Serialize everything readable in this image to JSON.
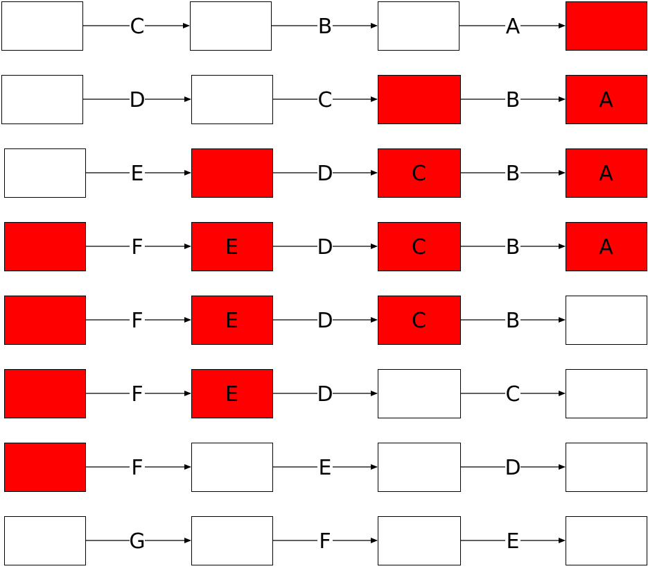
{
  "colors": {
    "filled": "#ff0000",
    "empty": "#ffffff",
    "stroke": "#000000",
    "text": "#000000"
  },
  "rows": [
    {
      "boxes": [
        {
          "filled": false,
          "label": ""
        },
        {
          "filled": false,
          "label": ""
        },
        {
          "filled": false,
          "label": ""
        },
        {
          "filled": true,
          "label": ""
        }
      ],
      "edges": [
        "C",
        "B",
        "A"
      ]
    },
    {
      "boxes": [
        {
          "filled": false,
          "label": ""
        },
        {
          "filled": false,
          "label": ""
        },
        {
          "filled": true,
          "label": ""
        },
        {
          "filled": true,
          "label": "A"
        }
      ],
      "edges": [
        "D",
        "C",
        "B"
      ]
    },
    {
      "boxes": [
        {
          "filled": false,
          "label": ""
        },
        {
          "filled": true,
          "label": ""
        },
        {
          "filled": true,
          "label": "C"
        },
        {
          "filled": true,
          "label": "A"
        }
      ],
      "edges": [
        "E",
        "D",
        "B"
      ]
    },
    {
      "boxes": [
        {
          "filled": true,
          "label": ""
        },
        {
          "filled": true,
          "label": "E"
        },
        {
          "filled": true,
          "label": "C"
        },
        {
          "filled": true,
          "label": "A"
        }
      ],
      "edges": [
        "F",
        "D",
        "B"
      ]
    },
    {
      "boxes": [
        {
          "filled": true,
          "label": ""
        },
        {
          "filled": true,
          "label": "E"
        },
        {
          "filled": true,
          "label": "C"
        },
        {
          "filled": false,
          "label": ""
        }
      ],
      "edges": [
        "F",
        "D",
        "B"
      ]
    },
    {
      "boxes": [
        {
          "filled": true,
          "label": ""
        },
        {
          "filled": true,
          "label": "E"
        },
        {
          "filled": false,
          "label": ""
        },
        {
          "filled": false,
          "label": ""
        }
      ],
      "edges": [
        "F",
        "D",
        "C"
      ]
    },
    {
      "boxes": [
        {
          "filled": true,
          "label": ""
        },
        {
          "filled": false,
          "label": ""
        },
        {
          "filled": false,
          "label": ""
        },
        {
          "filled": false,
          "label": ""
        }
      ],
      "edges": [
        "F",
        "E",
        "D"
      ]
    },
    {
      "boxes": [
        {
          "filled": false,
          "label": ""
        },
        {
          "filled": false,
          "label": ""
        },
        {
          "filled": false,
          "label": ""
        },
        {
          "filled": false,
          "label": ""
        }
      ],
      "edges": [
        "G",
        "F",
        "E"
      ]
    }
  ]
}
